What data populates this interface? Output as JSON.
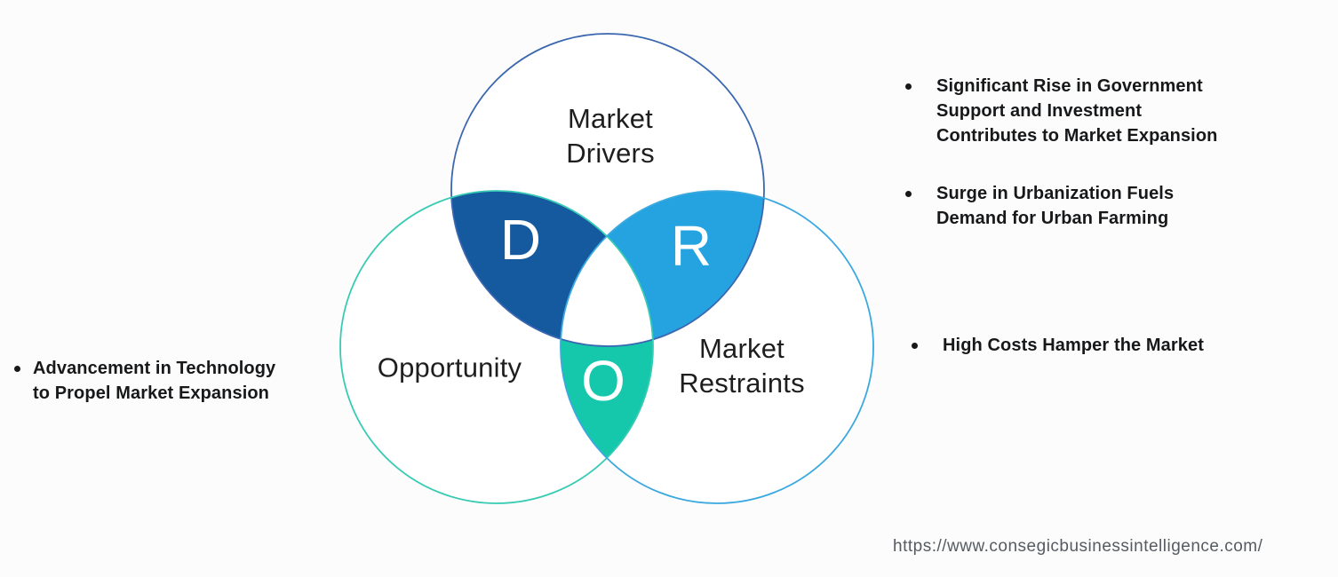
{
  "diagram": {
    "circles": [
      {
        "name": "drivers",
        "label": "Market\nDrivers"
      },
      {
        "name": "opportunity",
        "label": "Opportunity"
      },
      {
        "name": "restraints",
        "label": "Market\nRestraints"
      }
    ],
    "letters": {
      "drivers": "D",
      "restraints": "R",
      "opportunity": "O"
    },
    "colors": {
      "drivers_fill": "#15599f",
      "restraints_fill": "#24a3e0",
      "opportunity_fill": "#16c8ab",
      "drivers_stroke": "#3a67b0",
      "opportunity_stroke": "#38cbb4",
      "restraints_stroke": "#3ba9df",
      "center_fill": "#ffffff",
      "letter_color": "#ffffff"
    }
  },
  "annotations": {
    "left": [
      {
        "text": "Advancement in Technology\nto Propel Market Expansion"
      }
    ],
    "right": [
      {
        "text": "Significant Rise in Government\nSupport and Investment\nContributes to Market Expansion"
      },
      {
        "text": "Surge in Urbanization Fuels\nDemand for Urban Farming"
      },
      {
        "text": "High Costs Hamper the Market"
      }
    ]
  },
  "footer": {
    "url": "https://www.consegicbusinessintelligence.com/"
  }
}
